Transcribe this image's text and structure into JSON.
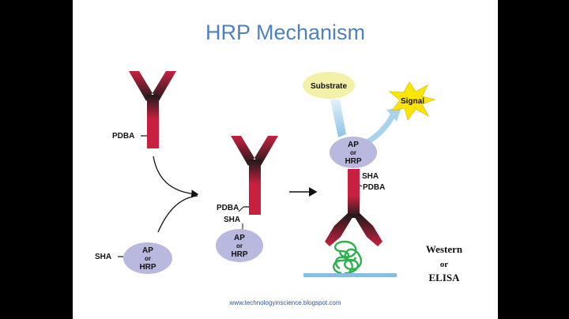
{
  "title": "HRP Mechanism",
  "labels": {
    "pdba": "PDBA",
    "sha": "SHA",
    "enzyme_line1": "AP",
    "enzyme_line2": "or",
    "enzyme_line3": "HRP",
    "substrate": "Substrate",
    "signal": "Signal",
    "western": "Western",
    "or": "or",
    "elisa": "ELISA"
  },
  "footer_url": "www.technologyinscience.blogspot.com",
  "colors": {
    "title": "#4f81bd",
    "antibody": "#c8213f",
    "enzyme": "#b9b8de",
    "substrate": "#f3f1a8",
    "signal": "#ffe600",
    "arrow_blue": "#a9d2ec",
    "antigen": "#2bb24c",
    "surface": "#8bbde0"
  }
}
